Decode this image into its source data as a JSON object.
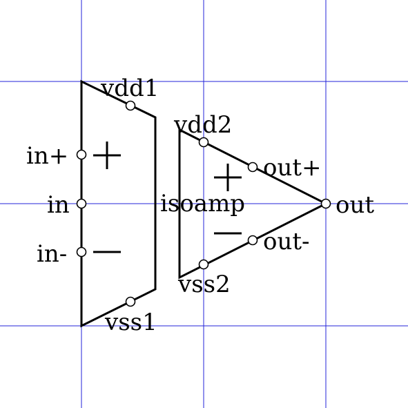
{
  "colors": {
    "grid": "#2323d8",
    "stroke": "#000000",
    "pin_fill": "#ffffff",
    "background": "#ffffff"
  },
  "block": {
    "name": "isoamp"
  },
  "labels": {
    "vdd1": "vdd1",
    "vdd2": "vdd2",
    "vss1": "vss1",
    "vss2": "vss2",
    "in_plus": "in+",
    "in": "in",
    "in_minus": "in-",
    "out_plus": "out+",
    "out_minus": "out-",
    "out": "out"
  },
  "signs": {
    "plus": "+",
    "minus": "−"
  }
}
